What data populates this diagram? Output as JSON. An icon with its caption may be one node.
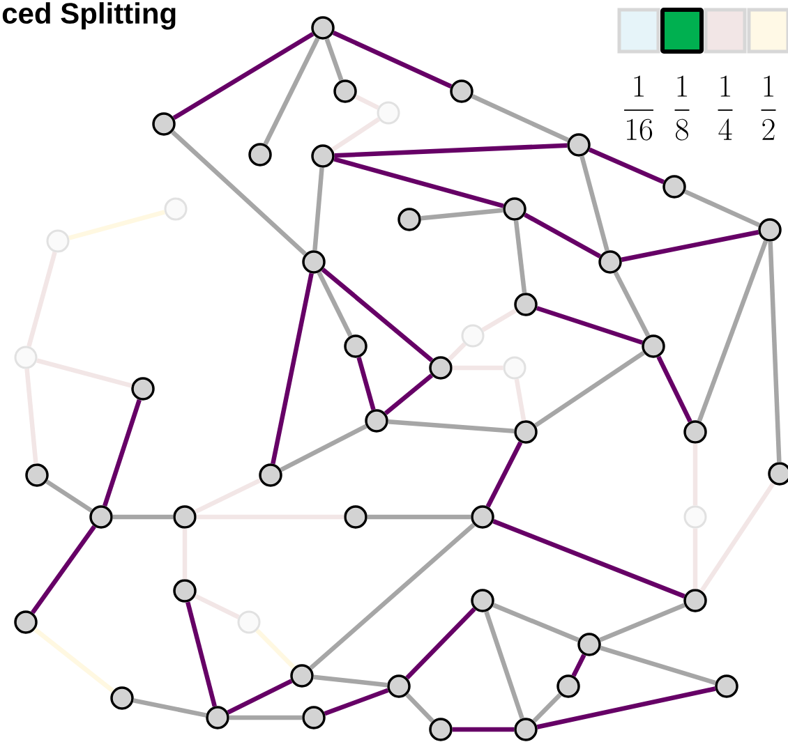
{
  "diagram": {
    "title": "ced Splitting",
    "nodes": [
      {
        "text": [],
        "shape": "circle"
      },
      {
        "text": [],
        "shape": "circle"
      },
      {
        "text": [],
        "shape": "circle"
      },
      {
        "text": [],
        "shape": "circle"
      },
      {
        "text": [],
        "shape": "circle"
      },
      {
        "text": [],
        "shape": "circle"
      },
      {
        "text": [],
        "shape": "circle"
      },
      {
        "text": [],
        "shape": "circle"
      },
      {
        "text": [],
        "shape": "circle"
      },
      {
        "text": [],
        "shape": "circle"
      },
      {
        "text": [],
        "shape": "circle"
      },
      {
        "text": [],
        "shape": "circle"
      },
      {
        "text": [],
        "shape": "circle"
      },
      {
        "text": [],
        "shape": "circle"
      },
      {
        "text": [],
        "shape": "circle"
      },
      {
        "text": [],
        "shape": "circle"
      },
      {
        "text": [],
        "shape": "circle"
      },
      {
        "text": [],
        "shape": "circle"
      },
      {
        "text": [],
        "shape": "circle"
      },
      {
        "text": [],
        "shape": "circle"
      },
      {
        "text": [],
        "shape": "circle"
      },
      {
        "text": [],
        "shape": "circle"
      },
      {
        "text": [],
        "shape": "circle"
      },
      {
        "text": [],
        "shape": "circle"
      },
      {
        "text": [],
        "shape": "circle"
      },
      {
        "text": [],
        "shape": "circle"
      },
      {
        "text": [],
        "shape": "circle"
      },
      {
        "text": [],
        "shape": "circle"
      },
      {
        "text": [],
        "shape": "circle"
      },
      {
        "text": [],
        "shape": "circle"
      },
      {
        "text": [],
        "shape": "circle"
      },
      {
        "text": [],
        "shape": "circle"
      },
      {
        "text": [],
        "shape": "circle"
      },
      {
        "text": [],
        "shape": "circle"
      },
      {
        "text": [],
        "shape": "circle"
      },
      {
        "text": [],
        "shape": "circle"
      },
      {
        "text": [],
        "shape": "circle"
      },
      {
        "text": [],
        "shape": "circle"
      },
      {
        "text": [],
        "shape": "circle"
      },
      {
        "text": [],
        "shape": "circle"
      },
      {
        "text": [],
        "shape": "circle"
      },
      {
        "text": [],
        "shape": "circle"
      },
      {
        "text": [],
        "shape": "circle"
      },
      {
        "text": [],
        "shape": "circle"
      },
      {
        "text": [],
        "shape": "circle"
      },
      {
        "text": [],
        "shape": "circle"
      },
      {
        "text": [],
        "shape": "circle"
      },
      {
        "text": [],
        "shape": "circle"
      },
      {
        "text": [],
        "shape": "circle"
      },
      {
        "text": [],
        "shape": "circle"
      }
    ],
    "edges": [
      {
        "from": 0,
        "to": 4,
        "arrow": "none",
        "color": "#660066"
      },
      {
        "from": 0,
        "to": 2,
        "arrow": "none",
        "color": "#660066"
      },
      {
        "from": 0,
        "to": 5,
        "arrow": "none"
      },
      {
        "from": 0,
        "to": 1,
        "arrow": "none"
      },
      {
        "from": 1,
        "to": 3,
        "arrow": "none",
        "color": "#f2e6e6"
      },
      {
        "from": 3,
        "to": 6,
        "arrow": "none",
        "color": "#f2e6e6"
      },
      {
        "from": 2,
        "to": 7,
        "arrow": "none"
      },
      {
        "from": 4,
        "to": 15,
        "arrow": "none"
      },
      {
        "from": 6,
        "to": 7,
        "arrow": "none",
        "color": "#660066"
      },
      {
        "from": 6,
        "to": 11,
        "arrow": "none",
        "color": "#660066"
      },
      {
        "from": 6,
        "to": 15,
        "arrow": "none"
      },
      {
        "from": 7,
        "to": 8,
        "arrow": "none",
        "color": "#660066"
      },
      {
        "from": 7,
        "to": 14,
        "arrow": "none"
      },
      {
        "from": 8,
        "to": 12,
        "arrow": "none"
      },
      {
        "from": 9,
        "to": 13,
        "arrow": "none",
        "color": "#fff8e1"
      },
      {
        "from": 10,
        "to": 11,
        "arrow": "none"
      },
      {
        "from": 11,
        "to": 14,
        "arrow": "none",
        "color": "#660066"
      },
      {
        "from": 11,
        "to": 16,
        "arrow": "none"
      },
      {
        "from": 12,
        "to": 14,
        "arrow": "none",
        "color": "#660066"
      },
      {
        "from": 12,
        "to": 26,
        "arrow": "none"
      },
      {
        "from": 12,
        "to": 29,
        "arrow": "none"
      },
      {
        "from": 13,
        "to": 20,
        "arrow": "none",
        "color": "#f2e6e6"
      },
      {
        "from": 14,
        "to": 19,
        "arrow": "none"
      },
      {
        "from": 15,
        "to": 28,
        "arrow": "none",
        "color": "#660066"
      },
      {
        "from": 15,
        "to": 18,
        "arrow": "none"
      },
      {
        "from": 15,
        "to": 21,
        "arrow": "none",
        "color": "#660066"
      },
      {
        "from": 16,
        "to": 17,
        "arrow": "none",
        "color": "#f2e6e6"
      },
      {
        "from": 17,
        "to": 21,
        "arrow": "none",
        "color": "#f2e6e6"
      },
      {
        "from": 16,
        "to": 19,
        "arrow": "none",
        "color": "#660066"
      },
      {
        "from": 18,
        "to": 24,
        "arrow": "none",
        "color": "#660066"
      },
      {
        "from": 20,
        "to": 23,
        "arrow": "none",
        "color": "#f2e6e6"
      },
      {
        "from": 20,
        "to": 27,
        "arrow": "none",
        "color": "#f2e6e6"
      },
      {
        "from": 21,
        "to": 24,
        "arrow": "none",
        "color": "#660066"
      },
      {
        "from": 21,
        "to": 22,
        "arrow": "none",
        "color": "#f2e6e6"
      },
      {
        "from": 22,
        "to": 25,
        "arrow": "none",
        "color": "#f2e6e6"
      },
      {
        "from": 24,
        "to": 25,
        "arrow": "none"
      },
      {
        "from": 24,
        "to": 28,
        "arrow": "none"
      },
      {
        "from": 19,
        "to": 25,
        "arrow": "none"
      },
      {
        "from": 19,
        "to": 26,
        "arrow": "none",
        "color": "#660066"
      },
      {
        "from": 23,
        "to": 30,
        "arrow": "none",
        "color": "#660066"
      },
      {
        "from": 25,
        "to": 33,
        "arrow": "none",
        "color": "#660066"
      },
      {
        "from": 26,
        "to": 34,
        "arrow": "none",
        "color": "#f2e6e6"
      },
      {
        "from": 28,
        "to": 31,
        "arrow": "none",
        "color": "#f2e6e6"
      },
      {
        "from": 27,
        "to": 30,
        "arrow": "none"
      },
      {
        "from": 29,
        "to": 37,
        "arrow": "none",
        "color": "#f2e6e6"
      },
      {
        "from": 30,
        "to": 31,
        "arrow": "none"
      },
      {
        "from": 30,
        "to": 38,
        "arrow": "none",
        "color": "#660066"
      },
      {
        "from": 31,
        "to": 32,
        "arrow": "none",
        "color": "#f2e6e6"
      },
      {
        "from": 31,
        "to": 35,
        "arrow": "none",
        "color": "#f2e6e6"
      },
      {
        "from": 32,
        "to": 33,
        "arrow": "none"
      },
      {
        "from": 33,
        "to": 37,
        "arrow": "none",
        "color": "#660066"
      },
      {
        "from": 33,
        "to": 41,
        "arrow": "none"
      },
      {
        "from": 34,
        "to": 37,
        "arrow": "none",
        "color": "#f2e6e6"
      },
      {
        "from": 35,
        "to": 39,
        "arrow": "none",
        "color": "#f2e6e6"
      },
      {
        "from": 35,
        "to": 46,
        "arrow": "none",
        "color": "#660066"
      },
      {
        "from": 38,
        "to": 45,
        "arrow": "none",
        "color": "#fff8e1"
      },
      {
        "from": 39,
        "to": 41,
        "arrow": "none",
        "color": "#fff8e1"
      },
      {
        "from": 36,
        "to": 42,
        "arrow": "none",
        "color": "#660066"
      },
      {
        "from": 36,
        "to": 40,
        "arrow": "none"
      },
      {
        "from": 36,
        "to": 49,
        "arrow": "none"
      },
      {
        "from": 37,
        "to": 40,
        "arrow": "none"
      },
      {
        "from": 40,
        "to": 43,
        "arrow": "none",
        "color": "#660066"
      },
      {
        "from": 40,
        "to": 44,
        "arrow": "none"
      },
      {
        "from": 41,
        "to": 46,
        "arrow": "none",
        "color": "#660066"
      },
      {
        "from": 41,
        "to": 42,
        "arrow": "none"
      },
      {
        "from": 42,
        "to": 47,
        "arrow": "none",
        "color": "#660066"
      },
      {
        "from": 42,
        "to": 48,
        "arrow": "none"
      },
      {
        "from": 43,
        "to": 49,
        "arrow": "none"
      },
      {
        "from": 44,
        "to": 49,
        "arrow": "none",
        "color": "#660066"
      },
      {
        "from": 45,
        "to": 46,
        "arrow": "none"
      },
      {
        "from": 46,
        "to": 47,
        "arrow": "none"
      },
      {
        "from": 48,
        "to": 49,
        "arrow": "none",
        "color": "#660066"
      }
    ],
    "legend": [
      {
        "text": "\\frac{1}{16}",
        "color": "#e6f4f9"
      },
      {
        "text": "\\frac{1}{8}",
        "color": "#00b050"
      },
      {
        "text": "\\frac{1}{4}",
        "color": "#f2e6e6"
      },
      {
        "text": "\\frac{1}{2}",
        "color": "#fff9e6"
      }
    ]
  }
}
